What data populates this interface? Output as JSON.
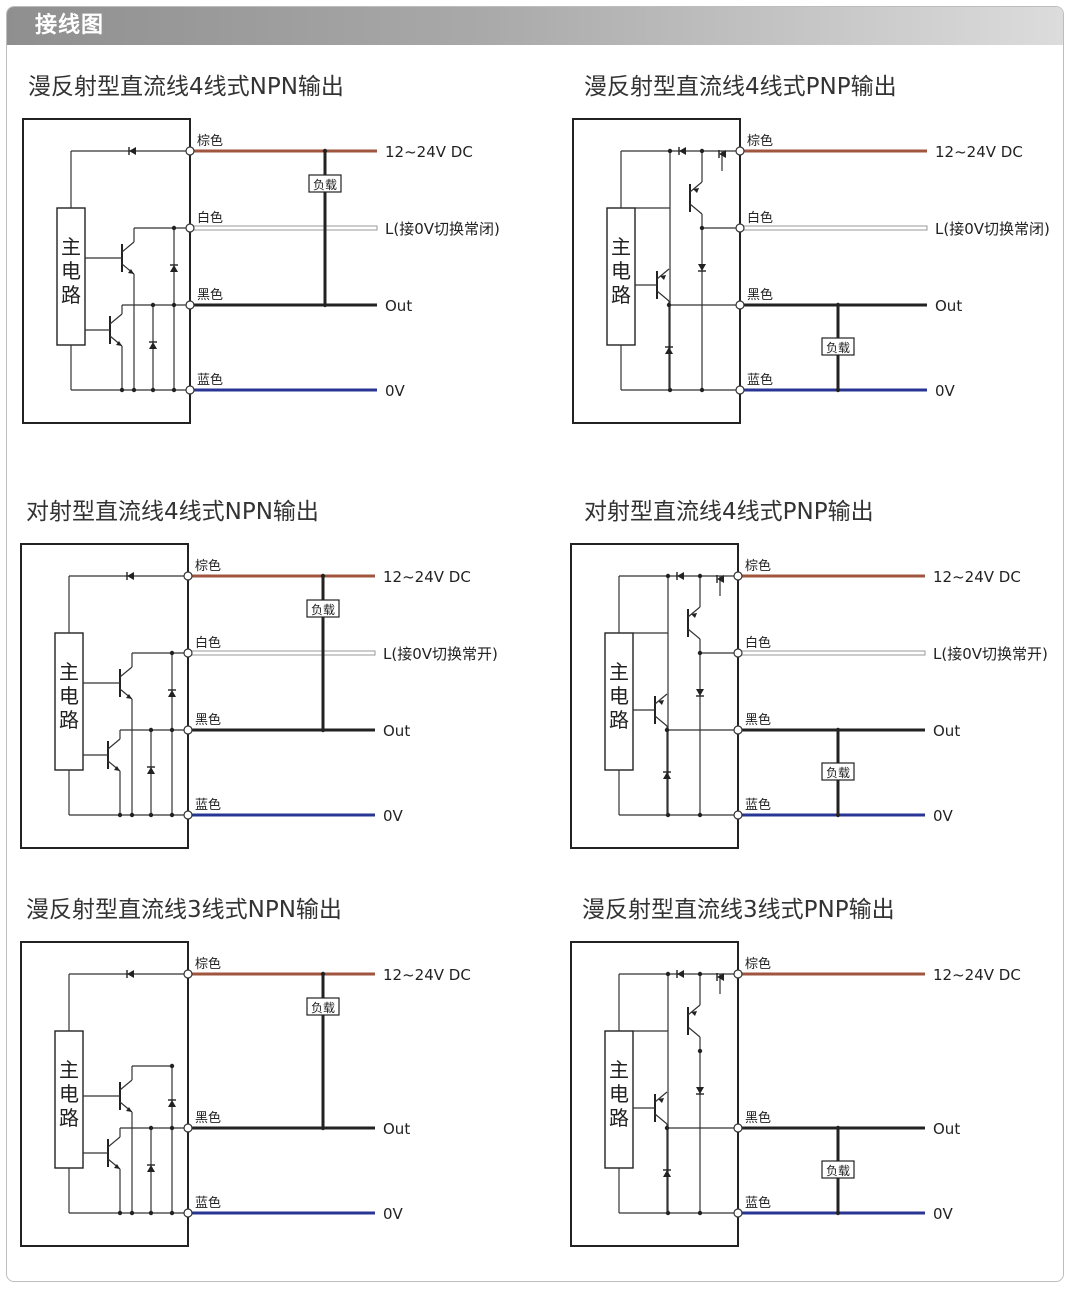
{
  "header": {
    "title": "接线图"
  },
  "wires": {
    "brown": "棕色",
    "white": "白色",
    "black": "黑色",
    "blue": "蓝色",
    "supply": "12~24V DC",
    "out": "Out",
    "zero": "0V",
    "load": "负载",
    "main_circuit": [
      "主",
      "电",
      "路"
    ]
  },
  "colors": {
    "brown": "#a0553f",
    "blue": "#283593",
    "black": "#222222"
  },
  "panels": [
    {
      "title": "漫反射型直流线4线式NPN输出",
      "type": "NPN",
      "lines": 4,
      "l_label": "L(接0V切换常闭)"
    },
    {
      "title": "漫反射型直流线4线式PNP输出",
      "type": "PNP",
      "lines": 4,
      "l_label": "L(接0V切换常闭)"
    },
    {
      "title": "对射型直流线4线式NPN输出",
      "type": "NPN",
      "lines": 4,
      "l_label": "L(接0V切换常开)"
    },
    {
      "title": "对射型直流线4线式PNP输出",
      "type": "PNP",
      "lines": 4,
      "l_label": "L(接0V切换常开)"
    },
    {
      "title": "漫反射型直流线3线式NPN输出",
      "type": "NPN",
      "lines": 3
    },
    {
      "title": "漫反射型直流线3线式PNP输出",
      "type": "PNP",
      "lines": 3
    }
  ]
}
